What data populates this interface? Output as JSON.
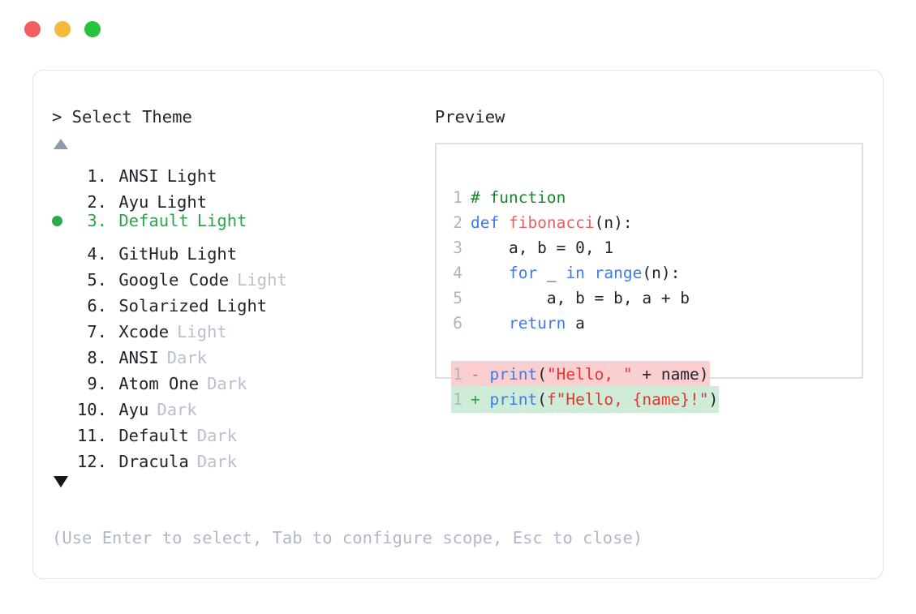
{
  "window": {
    "buttons": [
      {
        "name": "close",
        "color": "#f1605c"
      },
      {
        "name": "minimize",
        "color": "#f4b93b"
      },
      {
        "name": "maximize",
        "color": "#27c33f"
      }
    ]
  },
  "left_pane": {
    "title": "> Select Theme",
    "scroll_up_indicator": "▲",
    "scroll_down_indicator": "▼",
    "selected_index": 3,
    "items": [
      {
        "index": "1.",
        "name": "ANSI",
        "variant": "Light",
        "variant_dim": false,
        "selected": false
      },
      {
        "index": "2.",
        "name": "Ayu",
        "variant": "Light",
        "variant_dim": false,
        "selected": false
      },
      {
        "index": "3.",
        "name": "Default",
        "variant": "Light",
        "variant_dim": false,
        "selected": true
      },
      {
        "index": "4.",
        "name": "GitHub",
        "variant": "Light",
        "variant_dim": false,
        "selected": false
      },
      {
        "index": "5.",
        "name": "Google Code",
        "variant": "Light",
        "variant_dim": true,
        "selected": false
      },
      {
        "index": "6.",
        "name": "Solarized",
        "variant": "Light",
        "variant_dim": false,
        "selected": false
      },
      {
        "index": "7.",
        "name": "Xcode",
        "variant": "Light",
        "variant_dim": true,
        "selected": false
      },
      {
        "index": "8.",
        "name": "ANSI",
        "variant": "Dark",
        "variant_dim": true,
        "selected": false
      },
      {
        "index": "9.",
        "name": "Atom One",
        "variant": "Dark",
        "variant_dim": true,
        "selected": false
      },
      {
        "index": "10.",
        "name": "Ayu",
        "variant": "Dark",
        "variant_dim": true,
        "selected": false
      },
      {
        "index": "11.",
        "name": "Default",
        "variant": "Dark",
        "variant_dim": true,
        "selected": false
      },
      {
        "index": "12.",
        "name": "Dracula",
        "variant": "Dark",
        "variant_dim": true,
        "selected": false
      }
    ]
  },
  "right_pane": {
    "title": "Preview",
    "code": {
      "lines": [
        {
          "no": "1",
          "tokens": [
            {
              "t": "# function",
              "c": "comment"
            }
          ]
        },
        {
          "no": "2",
          "tokens": [
            {
              "t": "def ",
              "c": "kw"
            },
            {
              "t": "fibonacci",
              "c": "fn"
            },
            {
              "t": "(n):",
              "c": "plain"
            }
          ]
        },
        {
          "no": "3",
          "tokens": [
            {
              "t": "    a, b = 0, 1",
              "c": "plain"
            }
          ]
        },
        {
          "no": "4",
          "tokens": [
            {
              "t": "    ",
              "c": "plain"
            },
            {
              "t": "for",
              "c": "kw"
            },
            {
              "t": " _ ",
              "c": "plain"
            },
            {
              "t": "in range",
              "c": "kw"
            },
            {
              "t": "(n):",
              "c": "plain"
            }
          ]
        },
        {
          "no": "5",
          "tokens": [
            {
              "t": "        a, b = b, a + b",
              "c": "plain"
            }
          ]
        },
        {
          "no": "6",
          "tokens": [
            {
              "t": "    ",
              "c": "plain"
            },
            {
              "t": "return",
              "c": "kw"
            },
            {
              "t": " a",
              "c": "plain"
            }
          ]
        }
      ],
      "diff": [
        {
          "no": "1",
          "sign": "-",
          "kind": "del",
          "tokens": [
            {
              "t": "print",
              "c": "kw"
            },
            {
              "t": "(",
              "c": "plain"
            },
            {
              "t": "\"Hello, \"",
              "c": "str"
            },
            {
              "t": " + name)",
              "c": "plain"
            }
          ]
        },
        {
          "no": "1",
          "sign": "+",
          "kind": "add",
          "tokens": [
            {
              "t": "print",
              "c": "kw"
            },
            {
              "t": "(",
              "c": "plain"
            },
            {
              "t": "f\"Hello, {name}!\"",
              "c": "str"
            },
            {
              "t": ")",
              "c": "plain"
            }
          ]
        }
      ]
    }
  },
  "footer": {
    "hint": "(Use Enter to select, Tab to configure scope, Esc to close)"
  },
  "colors": {
    "accent_green": "#2ea44f",
    "dim_text": "#b9c0cc",
    "card_border": "#e1e4e8",
    "preview_border": "#dcdfe6",
    "diff_del_bg": "#fbcfcf",
    "diff_add_bg": "#cfecd9",
    "kw": "#3b7cf0",
    "fn": "#e8615f",
    "str": "#e8352f",
    "comment": "#17882f"
  }
}
